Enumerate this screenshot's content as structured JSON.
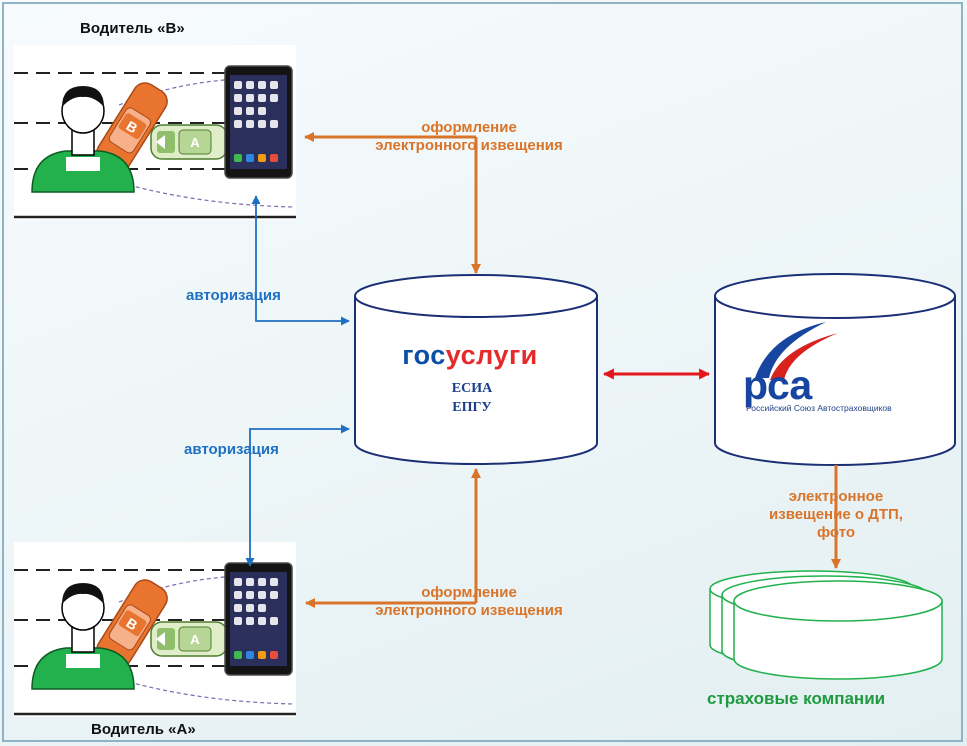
{
  "drivers": {
    "top_label": "Водитель «В»",
    "bottom_label": "Водитель «А»",
    "car_a_letter": "A",
    "car_b_letter": "B"
  },
  "flows": {
    "notice_top": [
      "оформление",
      "электронного извещения"
    ],
    "notice_bottom": [
      "оформление",
      "электронного извещения"
    ],
    "auth_top": "авторизация",
    "auth_bottom": "авторизация",
    "rsa_to_insurers": [
      "электронное",
      "извещение о ДТП,",
      "фото"
    ]
  },
  "gosuslugi": {
    "logo_part1": "гос",
    "logo_part2": "услуги",
    "lines": [
      "ЕСИА",
      "ЕПГУ"
    ]
  },
  "rsa": {
    "logo": "рса",
    "subtitle": "Российский Союз Автостраховщиков"
  },
  "insurers": {
    "label": "страховые компании"
  },
  "colors": {
    "orange": "#d9752a",
    "blue": "#1e70c2",
    "red": "#e3161b",
    "green": "#1f9a3f",
    "person_body": "#22b14c"
  }
}
